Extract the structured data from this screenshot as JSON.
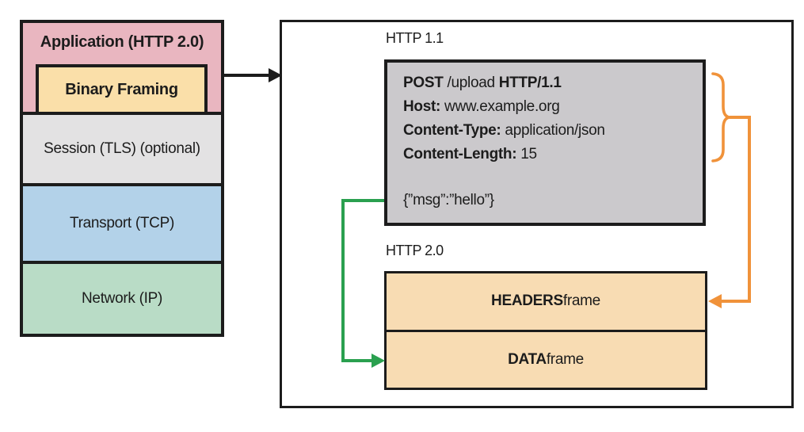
{
  "colors": {
    "black": "#1c1c1c",
    "orange": "#f0923a",
    "green": "#2aa04f",
    "pink": "#e9b6c0",
    "tan": "#fadfa9",
    "peach": "#f8dcb3",
    "session_gray": "#e3e2e3",
    "transport_blue": "#b3d2e9",
    "network_green": "#b9dcc6",
    "request_gray": "#cbc9cc"
  },
  "stack": {
    "application_label": "Application (HTTP 2.0)",
    "binary_framing_label": "Binary Framing",
    "session_label": "Session (TLS) (optional)",
    "transport_label": "Transport (TCP)",
    "network_label": "Network (IP)"
  },
  "panel": {
    "http11_label": "HTTP 1.1",
    "http20_label": "HTTP 2.0",
    "request": {
      "request_line": {
        "method": "POST",
        "path": " /upload ",
        "version": "HTTP/1.1"
      },
      "headers": [
        {
          "name": "Host:",
          "value": " www.example.org"
        },
        {
          "name": "Content-Type:",
          "value": " application/json"
        },
        {
          "name": "Content-Length:",
          "value": " 15"
        }
      ],
      "body": "{”msg”:”hello”}"
    },
    "frames": [
      {
        "name": "HEADERS",
        "suffix": " frame"
      },
      {
        "name": "DATA",
        "suffix": " frame"
      }
    ]
  }
}
